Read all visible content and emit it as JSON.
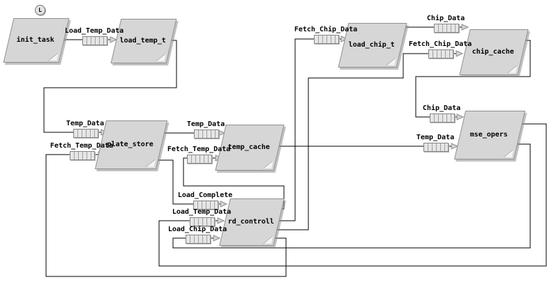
{
  "diagram": {
    "colors": {
      "background": "#ffffff",
      "line": "#000000",
      "node_fill": "#d6d6d6",
      "node_border": "#8f8f8f",
      "queue_fill": "#e6e6e6"
    },
    "nodes": [
      {
        "label": "init_task",
        "badge": "L"
      },
      {
        "label": "load_temp_t"
      },
      {
        "label": "plate_store"
      },
      {
        "label": "temp_cache"
      },
      {
        "label": "load_chip_t"
      },
      {
        "label": "chip_cache"
      },
      {
        "label": "mse_opers"
      },
      {
        "label": "rd_controll"
      }
    ],
    "queues": [
      {
        "label": "Load_Temp_Data",
        "from": "init_task",
        "to": "load_temp_t"
      },
      {
        "label": "Temp_Data",
        "from": "load_temp_t",
        "to": "plate_store"
      },
      {
        "label": "Fetch_Temp_Data",
        "from": "rd_controll",
        "to": "plate_store"
      },
      {
        "label": "Temp_Data",
        "from": "plate_store",
        "to": "temp_cache"
      },
      {
        "label": "Fetch_Temp_Data",
        "from": "rd_controll",
        "to": "temp_cache"
      },
      {
        "label": "Fetch_Chip_Data",
        "from": "rd_controll",
        "to": "load_chip_t"
      },
      {
        "label": "Chip_Data",
        "from": "load_chip_t",
        "to": "chip_cache"
      },
      {
        "label": "Fetch_Chip_Data",
        "from": "rd_controll",
        "to": "chip_cache"
      },
      {
        "label": "Chip_Data",
        "from": "chip_cache",
        "to": "mse_opers"
      },
      {
        "label": "Temp_Data",
        "from": "temp_cache",
        "to": "mse_opers"
      },
      {
        "label": "Load_Complete",
        "from": "plate_store",
        "to": "rd_controll"
      },
      {
        "label": "Load_Temp_Data",
        "from": "mse_opers",
        "to": "rd_controll"
      },
      {
        "label": "Load_Chip_Data",
        "from": "mse_opers",
        "to": "rd_controll"
      }
    ]
  }
}
